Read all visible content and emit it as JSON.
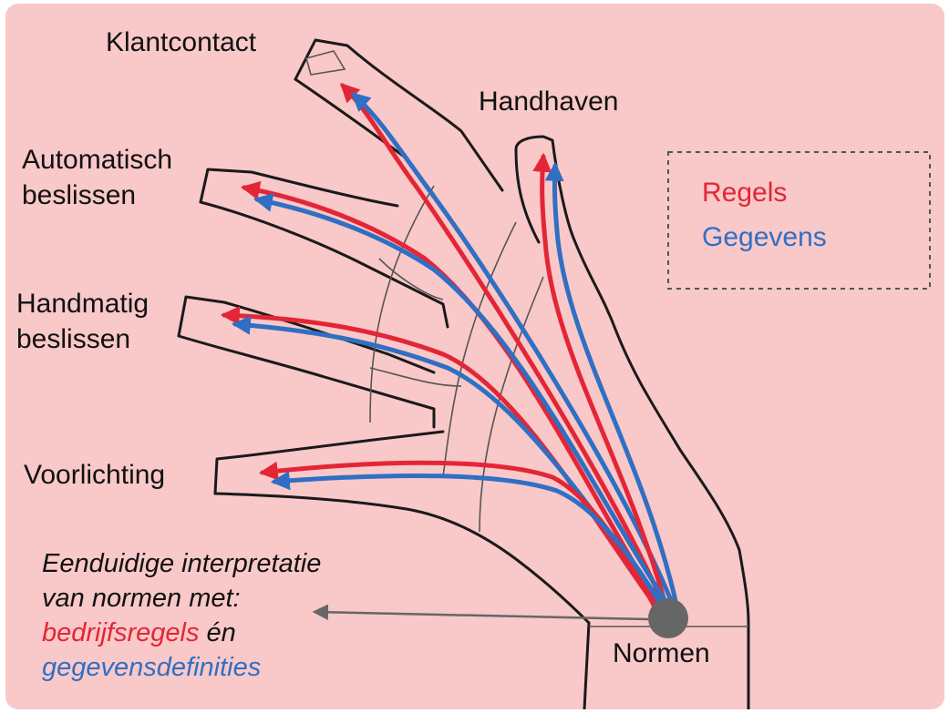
{
  "colors": {
    "background": "#f9c8c8",
    "rules": "#e32636",
    "data": "#2f6fc4",
    "outline": "#1a1a1a"
  },
  "labels": {
    "klantcontact": "Klantcontact",
    "handhaven": "Handhaven",
    "automatisch_1": "Automatisch",
    "automatisch_2": "beslissen",
    "handmatig_1": "Handmatig",
    "handmatig_2": "beslissen",
    "voorlichting": "Voorlichting",
    "normen": "Normen"
  },
  "legend": {
    "rules": "Regels",
    "data": "Gegevens"
  },
  "note": {
    "line1": "Eenduidige interpretatie",
    "line2": "van normen met:",
    "rules_term": "bedrijfsregels",
    "conjunction": " én",
    "data_term": "gegevensdefinities"
  }
}
